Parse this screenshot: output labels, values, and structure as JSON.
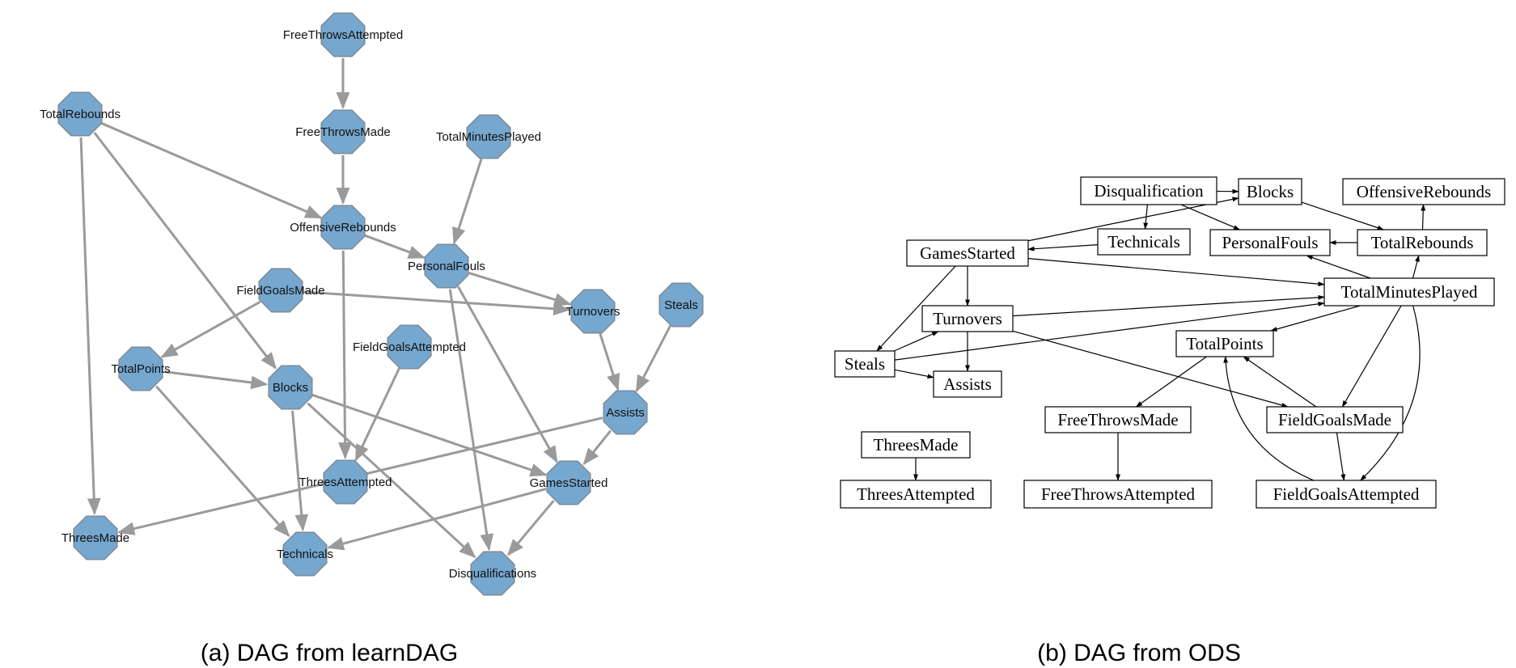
{
  "captions": {
    "left": "(a) DAG from learnDAG",
    "right": "(b) DAG from ODS"
  },
  "colors": {
    "node_fill_a": "#76a7ce",
    "node_stroke_a": "#7d8a96",
    "edge_a": "#9a9a9a",
    "edge_b": "#000000"
  },
  "dag_a": {
    "nodes": [
      {
        "id": "FreeThrowsAttempted",
        "label": "FreeThrowsAttempted"
      },
      {
        "id": "FreeThrowsMade",
        "label": "FreeThrowsMade"
      },
      {
        "id": "TotalRebounds",
        "label": "TotalRebounds"
      },
      {
        "id": "TotalMinutesPlayed",
        "label": "TotalMinutesPlayed"
      },
      {
        "id": "OffensiveRebounds",
        "label": "OffensiveRebounds"
      },
      {
        "id": "PersonalFouls",
        "label": "PersonalFouls"
      },
      {
        "id": "FieldGoalsMade",
        "label": "FieldGoalsMade"
      },
      {
        "id": "Turnovers",
        "label": "Turnovers"
      },
      {
        "id": "Steals",
        "label": "Steals"
      },
      {
        "id": "FieldGoalsAttempted",
        "label": "FieldGoalsAttempted"
      },
      {
        "id": "TotalPoints",
        "label": "TotalPoints"
      },
      {
        "id": "Blocks",
        "label": "Blocks"
      },
      {
        "id": "Assists",
        "label": "Assists"
      },
      {
        "id": "ThreesAttempted",
        "label": "ThreesAttempted"
      },
      {
        "id": "GamesStarted",
        "label": "GamesStarted"
      },
      {
        "id": "ThreesMade",
        "label": "ThreesMade"
      },
      {
        "id": "Technicals",
        "label": "Technicals"
      },
      {
        "id": "Disqualifications",
        "label": "Disqualifications"
      }
    ],
    "edges": [
      [
        "FreeThrowsAttempted",
        "FreeThrowsMade"
      ],
      [
        "FreeThrowsMade",
        "OffensiveRebounds"
      ],
      [
        "TotalRebounds",
        "OffensiveRebounds"
      ],
      [
        "TotalRebounds",
        "Blocks"
      ],
      [
        "TotalRebounds",
        "ThreesMade"
      ],
      [
        "TotalMinutesPlayed",
        "PersonalFouls"
      ],
      [
        "OffensiveRebounds",
        "PersonalFouls"
      ],
      [
        "OffensiveRebounds",
        "ThreesAttempted"
      ],
      [
        "PersonalFouls",
        "Turnovers"
      ],
      [
        "PersonalFouls",
        "GamesStarted"
      ],
      [
        "PersonalFouls",
        "Disqualifications"
      ],
      [
        "FieldGoalsMade",
        "Turnovers"
      ],
      [
        "FieldGoalsMade",
        "TotalPoints"
      ],
      [
        "Turnovers",
        "Assists"
      ],
      [
        "Steals",
        "Assists"
      ],
      [
        "FieldGoalsAttempted",
        "ThreesAttempted"
      ],
      [
        "TotalPoints",
        "Blocks"
      ],
      [
        "TotalPoints",
        "Technicals"
      ],
      [
        "Blocks",
        "Technicals"
      ],
      [
        "Blocks",
        "GamesStarted"
      ],
      [
        "Blocks",
        "Disqualifications"
      ],
      [
        "Assists",
        "GamesStarted"
      ],
      [
        "Assists",
        "ThreesMade"
      ],
      [
        "GamesStarted",
        "Technicals"
      ],
      [
        "GamesStarted",
        "Disqualifications"
      ]
    ]
  },
  "dag_b": {
    "nodes": [
      {
        "id": "Disqualification",
        "label": "Disqualification"
      },
      {
        "id": "Blocks",
        "label": "Blocks"
      },
      {
        "id": "OffensiveRebounds",
        "label": "OffensiveRebounds"
      },
      {
        "id": "Technicals",
        "label": "Technicals"
      },
      {
        "id": "PersonalFouls",
        "label": "PersonalFouls"
      },
      {
        "id": "TotalRebounds",
        "label": "TotalRebounds"
      },
      {
        "id": "GamesStarted",
        "label": "GamesStarted"
      },
      {
        "id": "TotalMinutesPlayed",
        "label": "TotalMinutesPlayed"
      },
      {
        "id": "Turnovers",
        "label": "Turnovers"
      },
      {
        "id": "TotalPoints",
        "label": "TotalPoints"
      },
      {
        "id": "Steals",
        "label": "Steals"
      },
      {
        "id": "Assists",
        "label": "Assists"
      },
      {
        "id": "FreeThrowsMade",
        "label": "FreeThrowsMade"
      },
      {
        "id": "FieldGoalsMade",
        "label": "FieldGoalsMade"
      },
      {
        "id": "ThreesMade",
        "label": "ThreesMade"
      },
      {
        "id": "ThreesAttempted",
        "label": "ThreesAttempted"
      },
      {
        "id": "FreeThrowsAttempted",
        "label": "FreeThrowsAttempted"
      },
      {
        "id": "FieldGoalsAttempted",
        "label": "FieldGoalsAttempted"
      }
    ],
    "edges": [
      [
        "Disqualification",
        "Blocks"
      ],
      [
        "Disqualification",
        "Technicals"
      ],
      [
        "Disqualification",
        "PersonalFouls"
      ],
      [
        "Blocks",
        "TotalRebounds"
      ],
      [
        "TotalRebounds",
        "OffensiveRebounds"
      ],
      [
        "TotalRebounds",
        "PersonalFouls"
      ],
      [
        "Technicals",
        "GamesStarted"
      ],
      [
        "GamesStarted",
        "Blocks"
      ],
      [
        "GamesStarted",
        "Turnovers"
      ],
      [
        "GamesStarted",
        "Steals"
      ],
      [
        "GamesStarted",
        "TotalMinutesPlayed"
      ],
      [
        "TotalMinutesPlayed",
        "TotalRebounds"
      ],
      [
        "TotalMinutesPlayed",
        "PersonalFouls"
      ],
      [
        "TotalMinutesPlayed",
        "TotalPoints"
      ],
      [
        "TotalMinutesPlayed",
        "FieldGoalsMade"
      ],
      [
        "TotalMinutesPlayed",
        "FieldGoalsAttempted"
      ],
      [
        "Turnovers",
        "TotalMinutesPlayed"
      ],
      [
        "Turnovers",
        "Assists"
      ],
      [
        "Turnovers",
        "FieldGoalsMade"
      ],
      [
        "Steals",
        "Turnovers"
      ],
      [
        "Steals",
        "Assists"
      ],
      [
        "Steals",
        "TotalMinutesPlayed"
      ],
      [
        "TotalPoints",
        "FreeThrowsMade"
      ],
      [
        "FieldGoalsMade",
        "TotalPoints"
      ],
      [
        "FieldGoalsMade",
        "FieldGoalsAttempted"
      ],
      [
        "FieldGoalsAttempted",
        "TotalPoints"
      ],
      [
        "FreeThrowsMade",
        "FreeThrowsAttempted"
      ],
      [
        "ThreesMade",
        "ThreesAttempted"
      ]
    ]
  }
}
